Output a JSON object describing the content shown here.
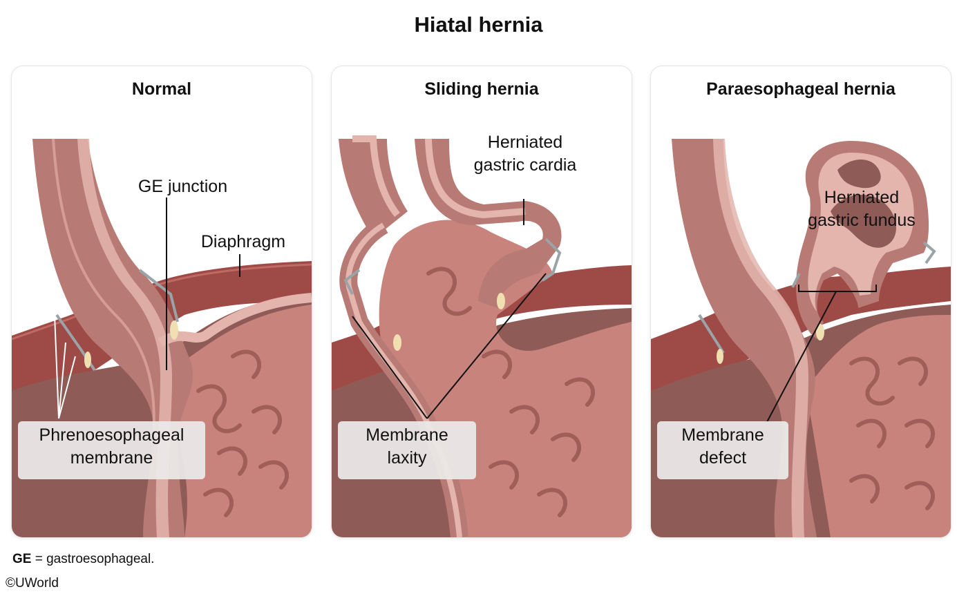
{
  "title": "Hiatal hernia",
  "panels": [
    {
      "title": "Normal",
      "labels": {
        "ge_junction": "GE junction",
        "diaphragm": "Diaphragm",
        "membrane_line1": "Phrenoesophageal",
        "membrane_line2": "membrane"
      }
    },
    {
      "title": "Sliding hernia",
      "labels": {
        "herniated_line1": "Herniated",
        "herniated_line2": "gastric cardia",
        "membrane_line1": "Membrane",
        "membrane_line2": "laxity"
      }
    },
    {
      "title": "Paraesophageal hernia",
      "labels": {
        "herniated_line1": "Herniated",
        "herniated_line2": "gastric fundus",
        "membrane_line1": "Membrane",
        "membrane_line2": "defect"
      }
    }
  ],
  "footnote": {
    "abbr": "GE",
    "definition": " = gastroesophageal."
  },
  "copyright": "©UWorld",
  "colors": {
    "cavity": "#8f5b57",
    "wall": "#b87a74",
    "mucosa": "#e3b5ad",
    "muscle": "#9e4a47",
    "membrane": "#9aa4a8",
    "fat": "#f0dfb0"
  }
}
